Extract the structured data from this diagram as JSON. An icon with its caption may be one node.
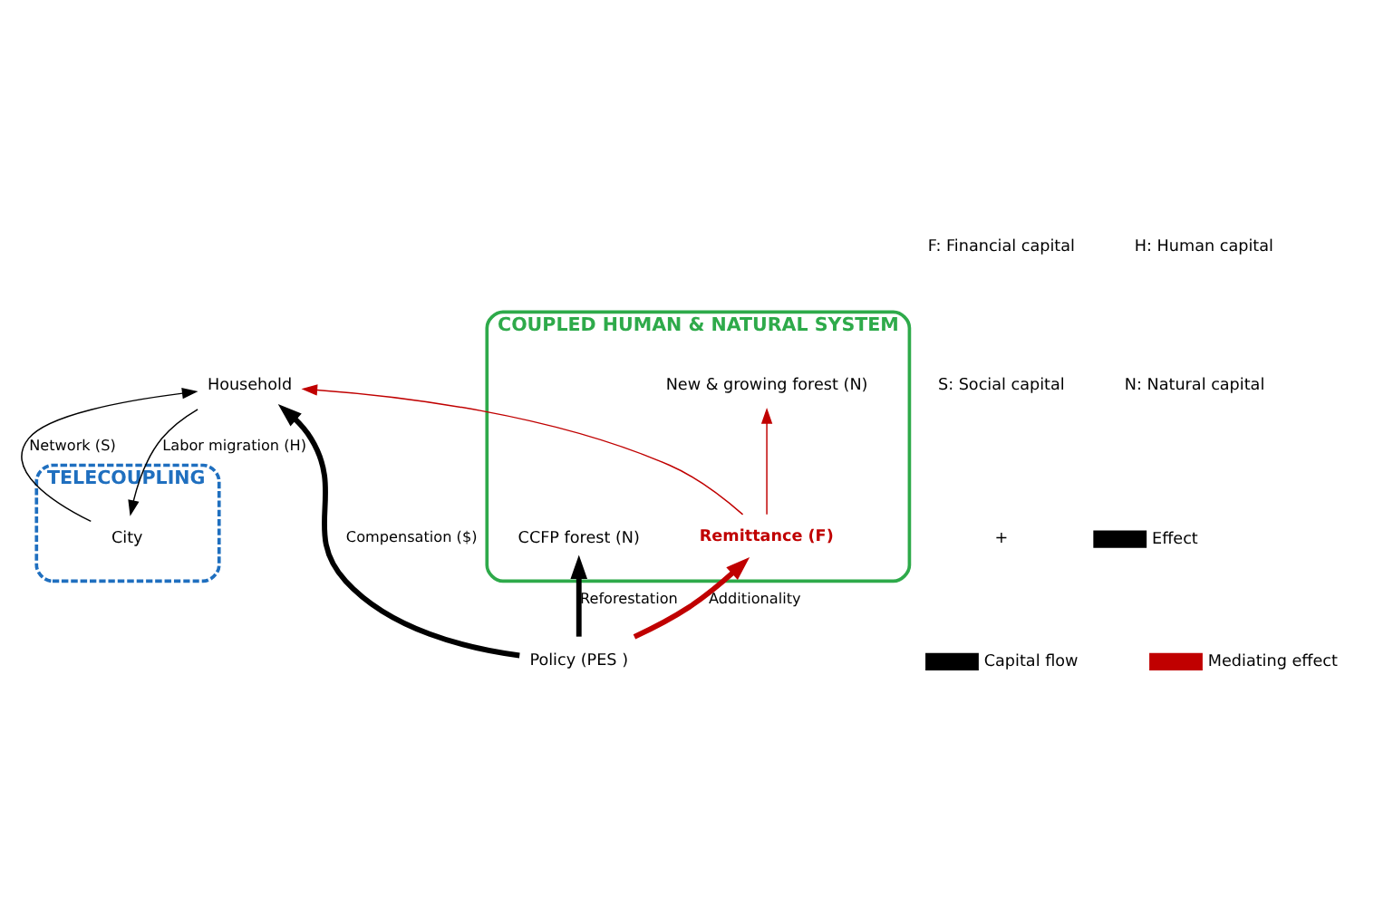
{
  "diagram": {
    "nodes": [
      {
        "text": [
          "TELECOUPLING"
        ]
      },
      {
        "text": [
          "COUPLED HUMAN & NATURAL SYSTEM"
        ]
      },
      {
        "text": [
          "City"
        ],
        "in": 0
      },
      {
        "text": [
          "Household"
        ]
      },
      {
        "text": [
          "Remittance (F)"
        ],
        "in": 1
      },
      {
        "text": [
          "New & growing forest (N)"
        ],
        "in": 1
      },
      {
        "text": [
          "CCFP forest (N)"
        ],
        "in": 1
      },
      {
        "text": [
          "Policy (PES )"
        ]
      }
    ],
    "edges": [
      {
        "from": 2,
        "to": 3,
        "arrow": "to",
        "label": "Network (S)"
      },
      {
        "from": 3,
        "to": 2,
        "arrow": "to",
        "label": "Labor migration (H)"
      },
      {
        "from": 4,
        "to": 3,
        "arrow": "to",
        "color": "#c00000"
      },
      {
        "from": 4,
        "to": 5,
        "arrow": "to",
        "color": "#c00000"
      },
      {
        "from": 7,
        "to": 3,
        "arrow": "to",
        "label": "Compensation ($)",
        "style": "thick"
      },
      {
        "from": 7,
        "to": 4,
        "arrow": "to",
        "label": "Additionality",
        "style": "thick",
        "color": "#c00000"
      },
      {
        "from": 7,
        "to": 6,
        "arrow": "to",
        "label": "Reforestation",
        "style": "thick"
      }
    ],
    "labels": [
      "F: Financial capital",
      "H: Human capital",
      "S: Social capital",
      "N: Natural capital",
      "+"
    ],
    "legend": [
      {
        "text": "Effect"
      },
      {
        "text": "Capital flow"
      },
      {
        "text": "Mediating effect"
      }
    ]
  }
}
